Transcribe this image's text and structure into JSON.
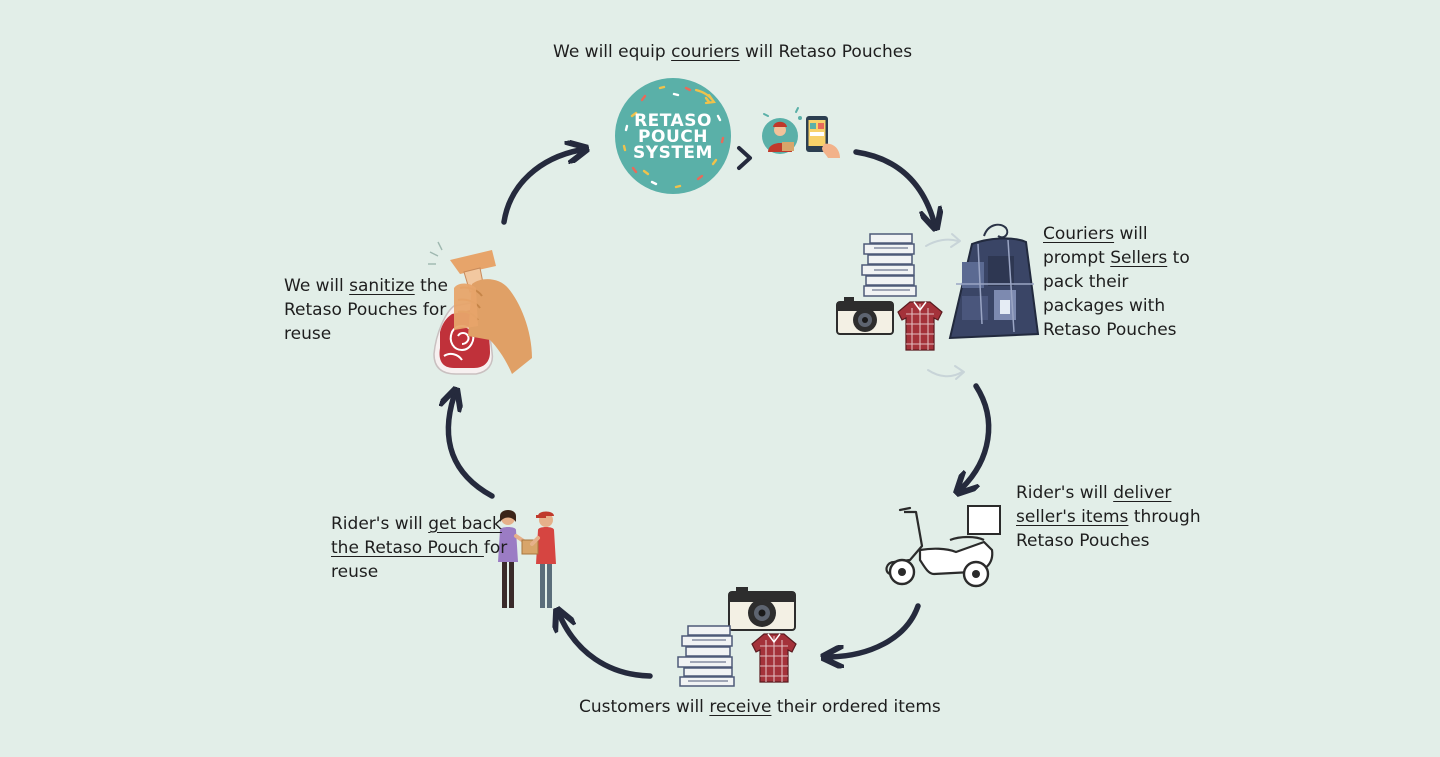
{
  "steps": {
    "step1": {
      "p1": "We will equip ",
      "u1": "couriers",
      "p2": " will Retaso Pouches"
    },
    "step2": {
      "u1": "Couriers",
      "p1": " will",
      "p2": "prompt ",
      "u2": "Sellers",
      "p3": " to",
      "p4": "pack their",
      "p5": "packages with",
      "p6": "Retaso Pouches"
    },
    "step3": {
      "p1": "Rider's will ",
      "u1": "deliver",
      "u2": "seller's items",
      "p2": " through",
      "p3": "Retaso Pouches"
    },
    "step4": {
      "p1": "Customers will ",
      "u1": "receive",
      "p2": " their ordered items"
    },
    "step5": {
      "p1": "Rider's will ",
      "u1": "get back",
      "u2": "the Retaso Pouch ",
      "p2": "for",
      "p3": "reuse"
    },
    "step6": {
      "p1": "We will ",
      "u1": "sanitize",
      "p2": " the",
      "p3": "Retaso Pouches for",
      "p4": "reuse"
    }
  },
  "logo": {
    "line1": "RETASO",
    "line2": "POUCH",
    "line3": "SYSTEM"
  },
  "icons": [
    "retaso-logo-icon",
    "courier-phone-icon",
    "books-icon",
    "camera-icon",
    "shirt-icon",
    "pouch-bag-icon",
    "scooter-icon",
    "handover-people-icon",
    "spray-bottle-icon",
    "cycle-arrow-icon"
  ],
  "colors": {
    "background": "#e2eee8",
    "arrow": "#252a3d",
    "logo": "#5ab0a8",
    "shirt": "#a4323a"
  }
}
